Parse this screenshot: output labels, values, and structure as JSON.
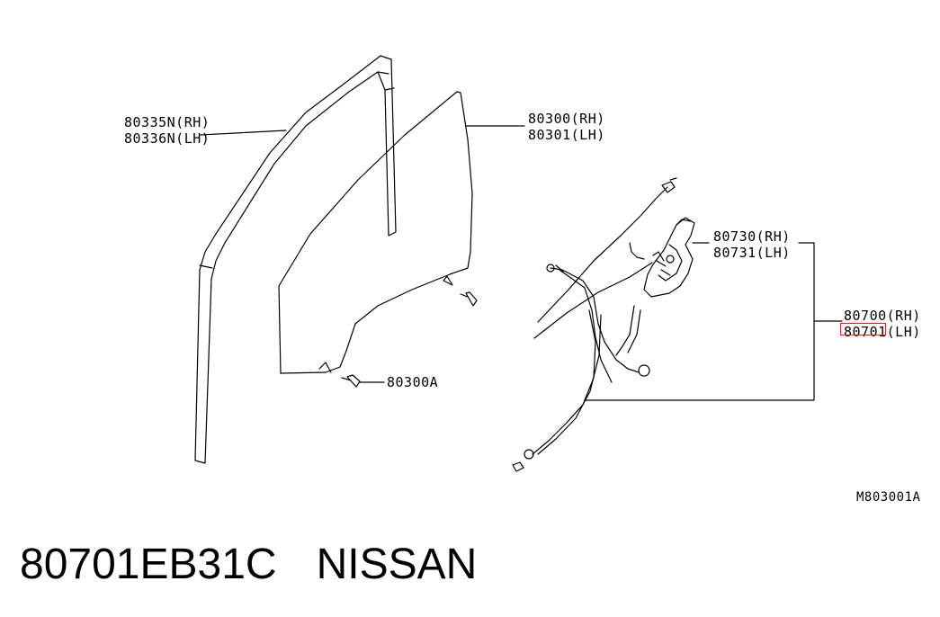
{
  "diagram_code": "M803001A",
  "part_number": "80701EB31C",
  "brand": "NISSAN",
  "highlight_color": "#e0201c",
  "callouts": {
    "sash_rh": "80335N(RH)",
    "sash_lh": "80336N(LH)",
    "glass_rh": "80300(RH)",
    "glass_lh": "80301(LH)",
    "bolt": "80300A",
    "motor_rh": "80730(RH)",
    "motor_lh": "80731(LH)",
    "regulator_rh": "80700(RH)",
    "regulator_lh": "80701(LH)"
  }
}
